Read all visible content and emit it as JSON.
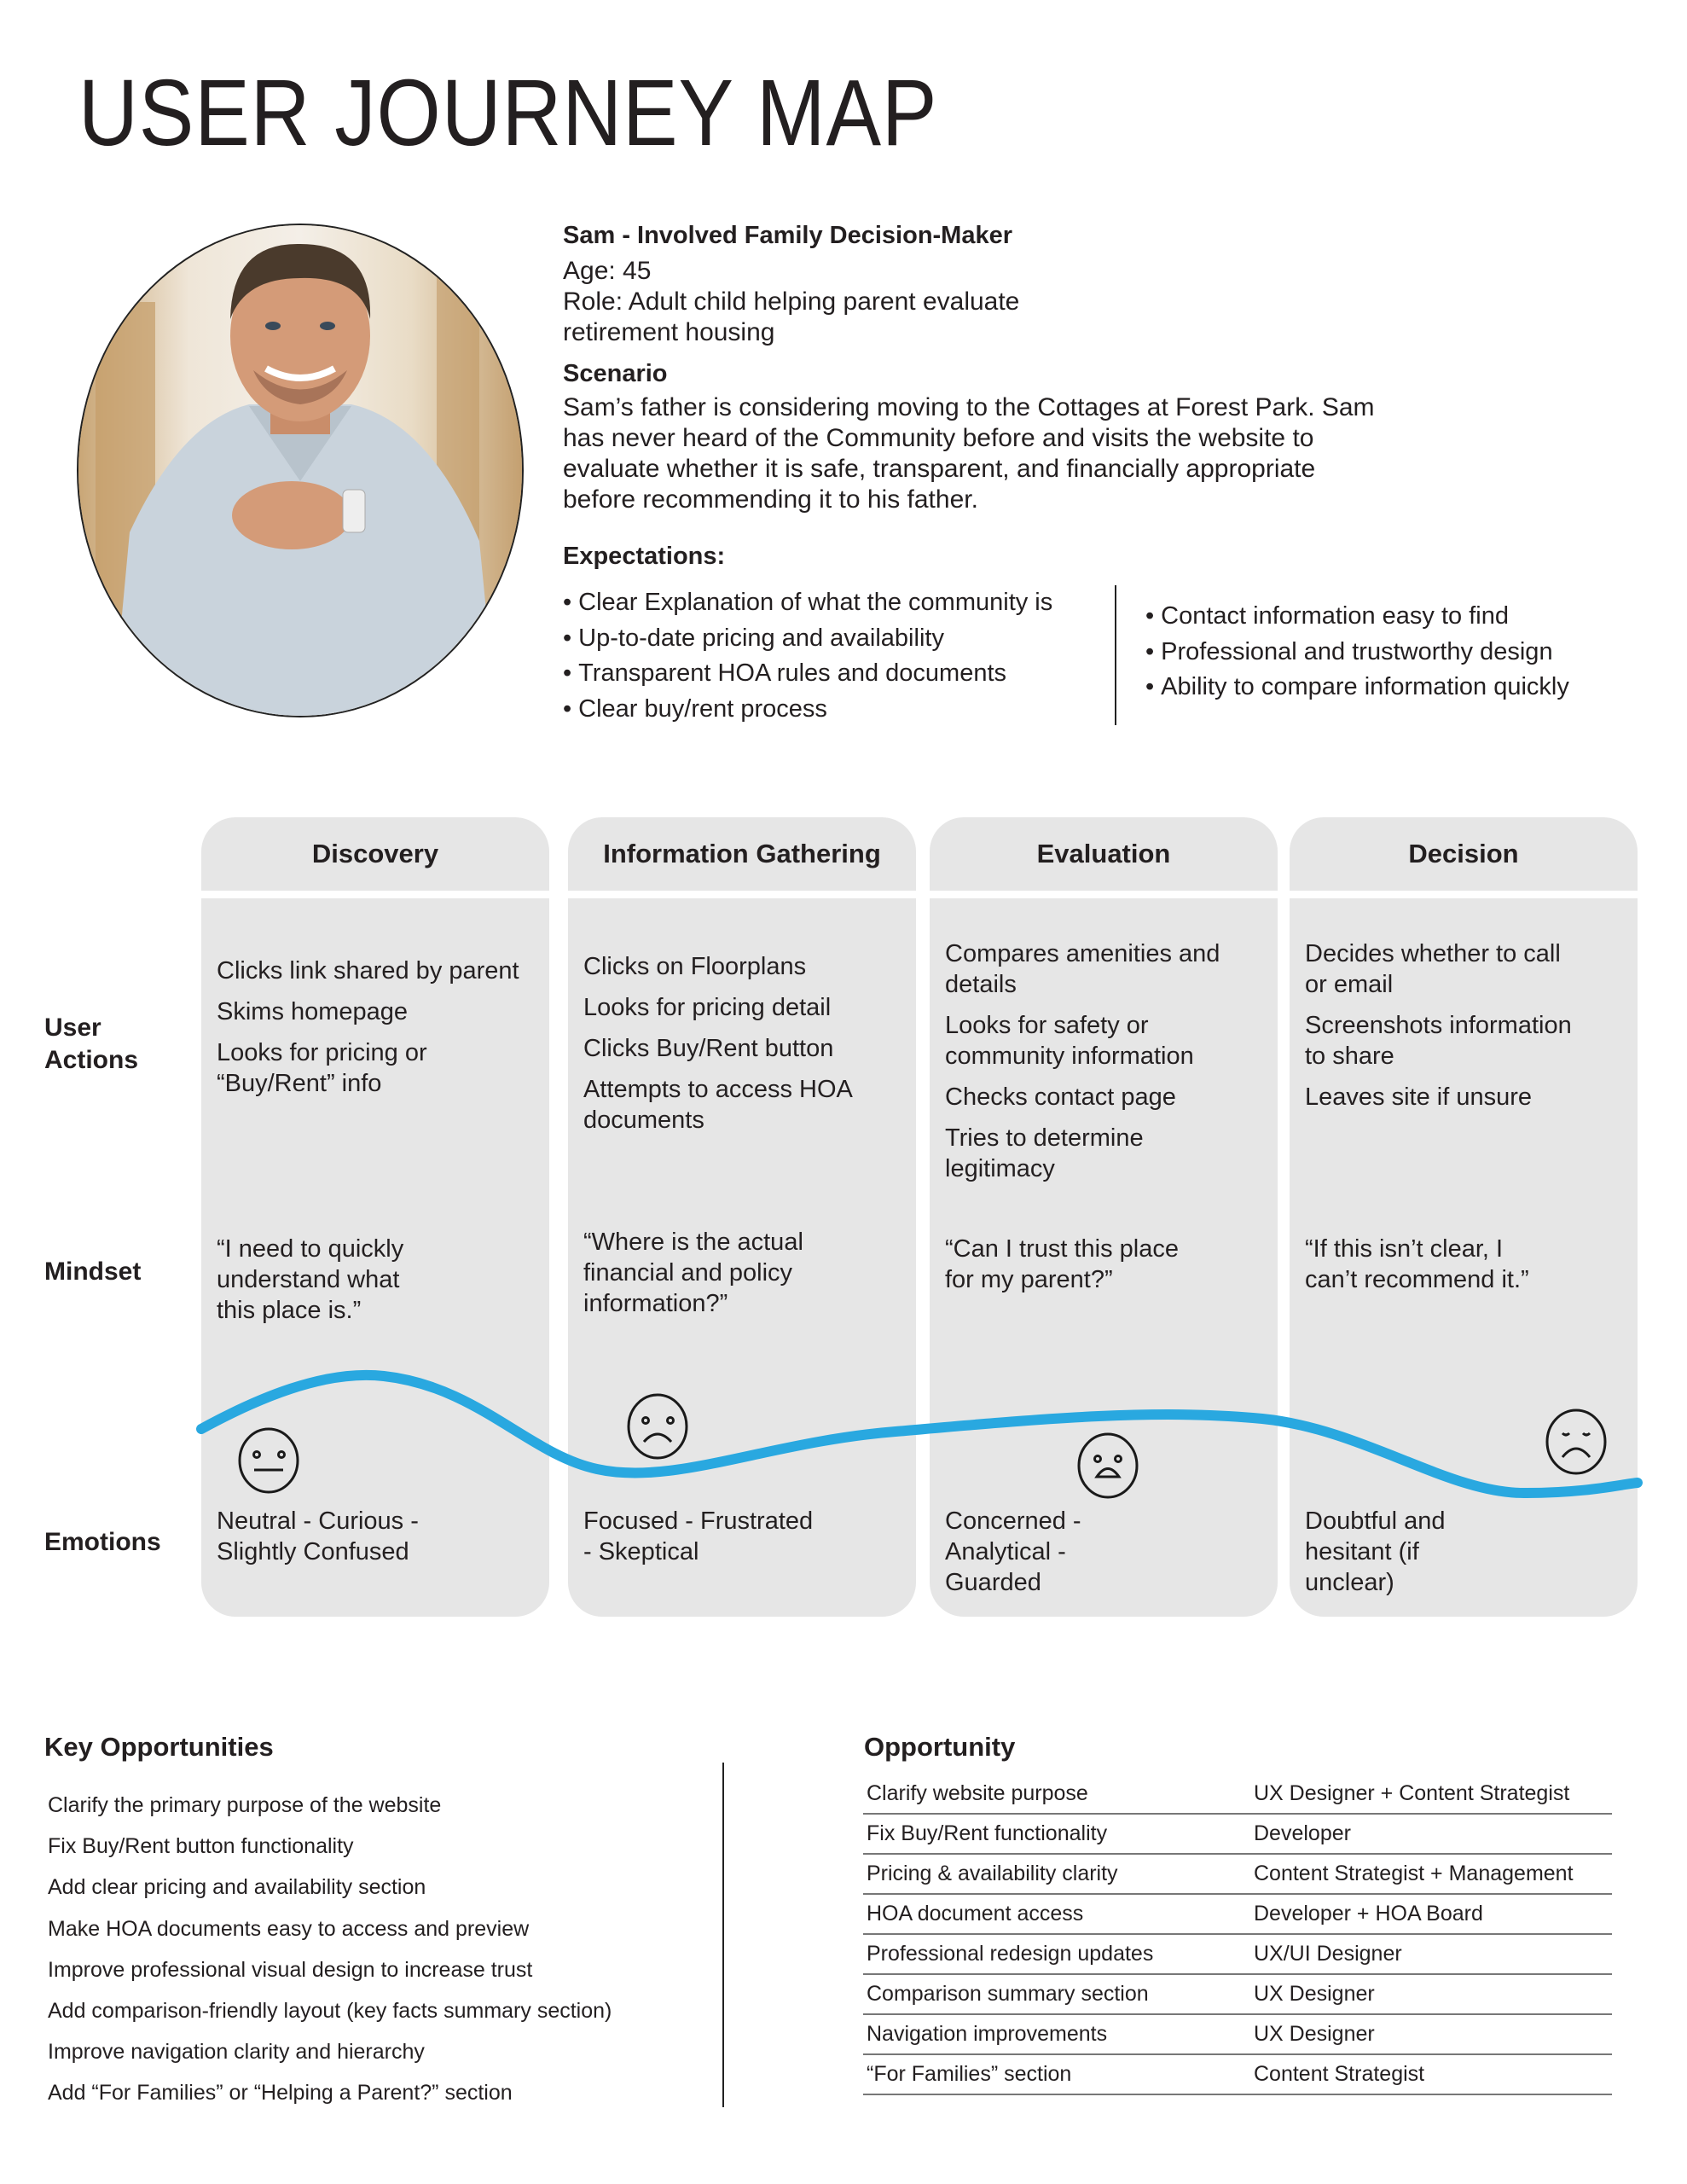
{
  "page": {
    "title": "USER JOURNEY MAP"
  },
  "persona": {
    "photo_alt": "Portrait of Sam",
    "name": "Sam - Involved Family Decision-Maker",
    "age": "Age: 45",
    "role_line1": "Role: Adult child helping parent evaluate",
    "role_line2": "retirement housing",
    "scenario_heading": "Scenario",
    "scenario_lines": [
      "Sam’s father is considering moving to the Cottages at Forest Park. Sam",
      "has never heard of the Community before and visits the website to",
      "evaluate whether it is safe, transparent, and financially appropriate",
      "before recommending it to his father."
    ],
    "expectations_heading": "Expectations:",
    "expectations_left": [
      "Clear Explanation of what the community is",
      "Up-to-date pricing and availability",
      "Transparent HOA rules and documents",
      "Clear buy/rent process"
    ],
    "expectations_right": [
      "Contact information easy to find",
      "Professional and trustworthy design",
      "Ability to compare information quickly"
    ]
  },
  "row_labels": {
    "user_actions_line1": "User",
    "user_actions_line2": "Actions",
    "mindset": "Mindset",
    "emotions": "Emotions"
  },
  "stages": [
    {
      "name": "Discovery",
      "actions": [
        "Clicks link shared by parent",
        "Skims homepage",
        "Looks for pricing or\n“Buy/Rent” info"
      ],
      "mindset": "“I need to quickly\nunderstand what\nthis place is.”",
      "emotion_icon": "neutral-face-icon",
      "emotions": "Neutral - Curious -\nSlightly Confused"
    },
    {
      "name": "Information Gathering",
      "actions": [
        "Clicks on Floorplans",
        "Looks for pricing detail",
        "Clicks Buy/Rent button",
        "Attempts to access HOA\ndocuments"
      ],
      "mindset": "“Where is the actual\nfinancial and policy\ninformation?”",
      "emotion_icon": "frowning-face-icon",
      "emotions": "Focused - Frustrated\n- Skeptical"
    },
    {
      "name": "Evaluation",
      "actions": [
        "Compares amenities and\ndetails",
        "Looks for safety or\ncommunity information",
        "Checks contact page",
        "Tries to determine\nlegitimacy"
      ],
      "mindset": "“Can I trust this place\nfor my parent?”",
      "emotion_icon": "worried-face-icon",
      "emotions": "Concerned -\nAnalytical -\nGuarded"
    },
    {
      "name": "Decision",
      "actions": [
        "Decides whether to call\nor email",
        "Screenshots information\nto share",
        "Leaves site if unsure"
      ],
      "mindset": "“If this isn’t clear, I\ncan’t recommend it.”",
      "emotion_icon": "disappointed-face-icon",
      "emotions": "Doubtful and\nhesitant (if\nunclear)"
    }
  ],
  "emotion_curve": {
    "color": "#29a8e0"
  },
  "key_opportunities": {
    "heading": "Key Opportunities",
    "items": [
      "Clarify the primary purpose of the website",
      "Fix Buy/Rent button functionality",
      "Add clear pricing and availability section",
      "Make HOA documents easy to access and preview",
      "Improve professional visual design to increase trust",
      "Add comparison-friendly layout (key facts summary section)",
      "Improve navigation clarity and hierarchy",
      "Add “For Families” or “Helping a Parent?” section"
    ]
  },
  "opportunity_table": {
    "heading": "Opportunity",
    "rows": [
      {
        "opportunity": "Clarify website purpose",
        "owner": "UX Designer + Content Strategist"
      },
      {
        "opportunity": "Fix Buy/Rent functionality",
        "owner": "Developer"
      },
      {
        "opportunity": "Pricing & availability clarity",
        "owner": "Content Strategist + Management"
      },
      {
        "opportunity": "HOA document access",
        "owner": "Developer + HOA Board"
      },
      {
        "opportunity": "Professional redesign updates",
        "owner": "UX/UI Designer"
      },
      {
        "opportunity": "Comparison summary section",
        "owner": "UX Designer"
      },
      {
        "opportunity": "Navigation improvements",
        "owner": "UX Designer"
      },
      {
        "opportunity": "“For Families” section",
        "owner": "Content Strategist"
      }
    ]
  }
}
